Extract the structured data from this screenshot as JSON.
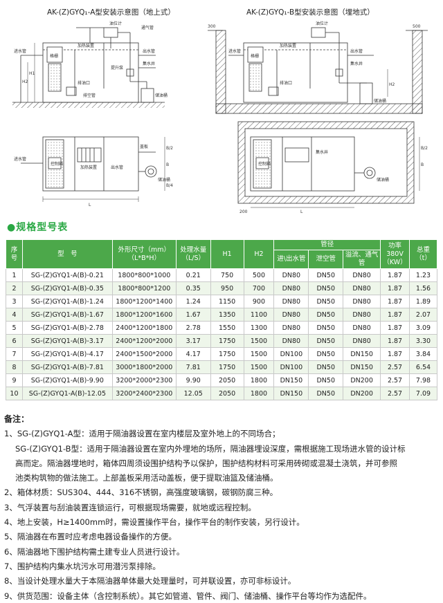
{
  "drawings": {
    "title_a": "AK-(Z)GYQ₁-A型安装示意图（地上式）",
    "title_b": "AK-(Z)GYQ₁-B型安装示意图（埋地式）",
    "labels": {
      "heating": "加热装置",
      "oil_level": "油位计",
      "vent": "通气管",
      "oil_out": "排油口",
      "water_in": "进水管",
      "water_out": "出水管",
      "sump": "集水井",
      "lift_pump": "提升泵",
      "oil_tank": "储油桶",
      "valve": "排空管",
      "control_box": "控制箱",
      "cover": "盖板",
      "screen": "格栅",
      "dim_h1": "H1",
      "dim_h2": "H2",
      "dim_l": "L",
      "dim_b": "B",
      "dim_300": "300",
      "dim_200": "200",
      "dim_500": "500",
      "dim_b2": "B/2",
      "dim_b4": "B/4"
    }
  },
  "section_title": "●规格型号表",
  "table": {
    "headers": {
      "no": "序号",
      "model": "型　号",
      "size_top": "外形尺寸（mm）",
      "size_bottom": "（L*B*H）",
      "flow_top": "处理水量",
      "flow_bottom": "（L/S）",
      "h1": "H1",
      "h2": "H2",
      "pipe": "管径",
      "pipe_inout": "进\\出水管",
      "pipe_drain": "泄空管",
      "pipe_vent": "溢流、通气管",
      "power_1": "功率",
      "power_2": "380V",
      "power_3": "（KW）",
      "weight_1": "总重",
      "weight_2": "（t）"
    },
    "rows": [
      [
        "1",
        "SG-(Z)GYQ1-A(B)-0.21",
        "1800*800*1000",
        "0.21",
        "750",
        "500",
        "DN80",
        "DN50",
        "DN80",
        "1.87",
        "1.23"
      ],
      [
        "2",
        "SG-(Z)GYQ1-A(B)-0.35",
        "1800*800*1200",
        "0.35",
        "950",
        "700",
        "DN80",
        "DN50",
        "DN80",
        "1.87",
        "1.56"
      ],
      [
        "3",
        "SG-(Z)GYQ1-A(B)-1.24",
        "1800*1200*1400",
        "1.24",
        "1150",
        "900",
        "DN80",
        "DN50",
        "DN80",
        "1.87",
        "1.89"
      ],
      [
        "4",
        "SG-(Z)GYQ1-A(B)-1.67",
        "1800*1200*1600",
        "1.67",
        "1350",
        "1100",
        "DN80",
        "DN50",
        "DN80",
        "1.87",
        "2.07"
      ],
      [
        "5",
        "SG-(Z)GYQ1-A(B)-2.78",
        "2400*1200*1800",
        "2.78",
        "1550",
        "1300",
        "DN80",
        "DN50",
        "DN80",
        "1.87",
        "3.09"
      ],
      [
        "6",
        "SG-(Z)GYQ1-A(B)-3.17",
        "2400*1200*2000",
        "3.17",
        "1750",
        "1500",
        "DN80",
        "DN50",
        "DN80",
        "1.87",
        "3.30"
      ],
      [
        "7",
        "SG-(Z)GYQ1-A(B)-4.17",
        "2400*1500*2000",
        "4.17",
        "1750",
        "1500",
        "DN100",
        "DN50",
        "DN150",
        "1.87",
        "3.84"
      ],
      [
        "8",
        "SG-(Z)GYQ1-A(B)-7.81",
        "3000*1800*2000",
        "7.81",
        "1750",
        "1500",
        "DN100",
        "DN50",
        "DN150",
        "2.57",
        "6.54"
      ],
      [
        "9",
        "SG-(Z)GYQ1-A(B)-9.90",
        "3200*2000*2300",
        "9.90",
        "2050",
        "1800",
        "DN150",
        "DN50",
        "DN200",
        "2.57",
        "7.98"
      ],
      [
        "10",
        "SG-(Z)GYQ1-A(B)-12.05",
        "3200*2400*2300",
        "12.05",
        "2050",
        "1800",
        "DN150",
        "DN50",
        "DN200",
        "2.57",
        "7.09"
      ]
    ]
  },
  "notes": {
    "heading": "备注：",
    "items": [
      "1、SG-(Z)GYQ1-A型：适用于隔油器设置在室内楼层及室外地上的不同场合；",
      "SG-(Z)GYQ1-B型：适用于隔油器设置在室内外埋地的场所，隔油器埋设深度，需根据施工现场进水管的设计标",
      "高而定。隔油器埋地时，箱体四周须设围护结构予以保护，围护结构材料可采用砖砌或混凝土浇筑，并可参照",
      "池类构筑物的做法施工。上部盖板采用活动盖板，便于提取油篮及储油桶。",
      "2、箱体材质：SUS304、444、316不锈钢，高强度玻璃钢，碳钢防腐三种。",
      "3、气浮装置与刮油装置连锁运行，可根据现场需要，就地或远程控制。",
      "4、地上安装，H≥1400mm时，需设置操作平台，操作平台的制作安装，另行设计。",
      "5、隔油器在布置时应考虑电器设备操作的方便。",
      "6、隔油器地下围护结构需土建专业人员进行设计。",
      "7、围护结构内集水坑污水可用潜污泵排除。",
      "8、当设计处理水量大于本隔油器单体最大处理量时，可并联设置，亦可非标设计。",
      "9、供货范围：设备主体（含控制系统）。其它如管道、管件、阀门、储油桶、操作平台等均作为选配件。"
    ]
  },
  "colors": {
    "header_green": "#4ca84a",
    "title_green": "#2aa844",
    "row_alt": "#eef6ea"
  }
}
